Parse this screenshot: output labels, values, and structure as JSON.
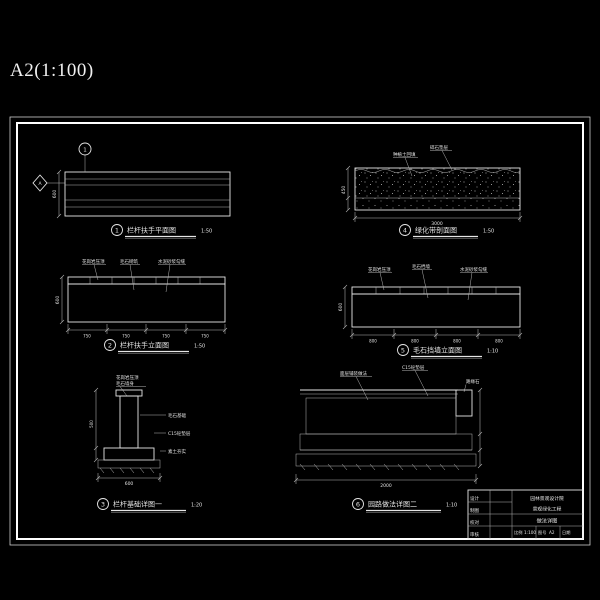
{
  "sheet": {
    "format_label": "A2(1:100)"
  },
  "drawings": {
    "d1": {
      "num": "1",
      "title": "栏杆扶手平面图",
      "scale": "1:50",
      "axis_bubble": "1",
      "marker": "A",
      "dim_left": "600"
    },
    "d2": {
      "num": "2",
      "title": "栏杆扶手立面图",
      "scale": "1:50",
      "ann1": "花岗岩压顶",
      "ann2": "毛石砌筑",
      "ann3": "水泥砂浆勾缝",
      "dim_left": "600",
      "seg1": "750",
      "seg2": "750",
      "seg3": "750",
      "seg4": "750"
    },
    "d3": {
      "num": "3",
      "title": "栏杆基础详图一",
      "scale": "1:20",
      "top1": "花岗岩压顶",
      "top2": "毛石墙身",
      "r1": "毛石基础",
      "r2": "C15砼垫层",
      "r3": "素土夯实",
      "dim_bottom": "600",
      "dim_left": "500"
    },
    "d4": {
      "num": "4",
      "title": "绿化带剖面图",
      "scale": "1:50",
      "ann1": "种植土回填",
      "ann2": "碎石垫层",
      "dim_bottom": "3000",
      "dim_left": "450"
    },
    "d5": {
      "num": "5",
      "title": "毛石挡墙立面图",
      "scale": "1:10",
      "ann1": "花岗岩压顶",
      "ann2": "毛石挡墙",
      "ann3": "水泥砂浆勾缝",
      "seg1": "800",
      "seg2": "800",
      "seg3": "800",
      "seg4": "800",
      "dim_left": "600"
    },
    "d6": {
      "num": "6",
      "title": "园路做法详图二",
      "scale": "1:10",
      "ann1": "面层铺装做法",
      "ann2": "C15砼垫层",
      "ann3": "路缘石",
      "dim_bottom": "2000"
    }
  },
  "title_block": {
    "company": "园林景观设计院",
    "project": "景观绿化工程",
    "drawing_name": "做法详图",
    "r1": "设计",
    "r2": "制图",
    "r3": "校对",
    "r4": "审核",
    "scale_label": "比例",
    "scale_value": "1:100",
    "no_label": "图号",
    "no_value": "A2",
    "date_label": "日期",
    "date_value": ""
  }
}
